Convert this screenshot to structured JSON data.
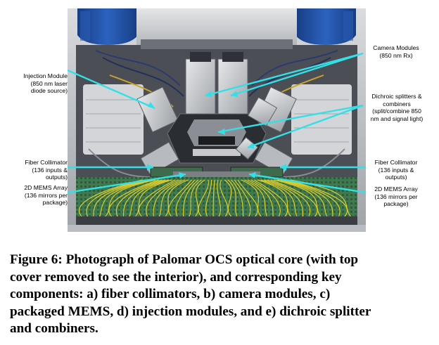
{
  "figure": {
    "labels": {
      "injection_module": [
        "Injection Module",
        "(850 nm laser",
        "diode source)"
      ],
      "camera_modules": [
        "Camera Modules",
        "(850 nm Rx)"
      ],
      "dichroic": [
        "Dichroic splitters &",
        "combiners",
        "(split/combine 850",
        "nm and signal light)"
      ],
      "fiber_collimator_left": [
        "Fiber Collimator",
        "(136 inputs &",
        "outputs)"
      ],
      "fiber_collimator_right": [
        "Fiber Collimator",
        "(136 inputs &",
        "outputs)"
      ],
      "mems_left": [
        "2D MEMS Array",
        "(136 mirrors per",
        "package)"
      ],
      "mems_right": [
        "2D MEMS Array",
        "(136 mirrors per",
        "package)"
      ]
    },
    "colors": {
      "arrow": "#33e0e8",
      "chassis": "#c7c9cc",
      "blue_panels": "#1f4fa3",
      "fiber_yellow": "#e8d22a"
    }
  },
  "caption": {
    "lines": [
      "Figure 6: Photograph of Palomar OCS optical core (with top",
      "cover removed to see the interior), and corresponding key",
      "components: a) fiber collimators, b) camera modules, c)",
      "packaged MEMS, d) injection modules, and e) dichroic splitter",
      "and combiners."
    ]
  }
}
